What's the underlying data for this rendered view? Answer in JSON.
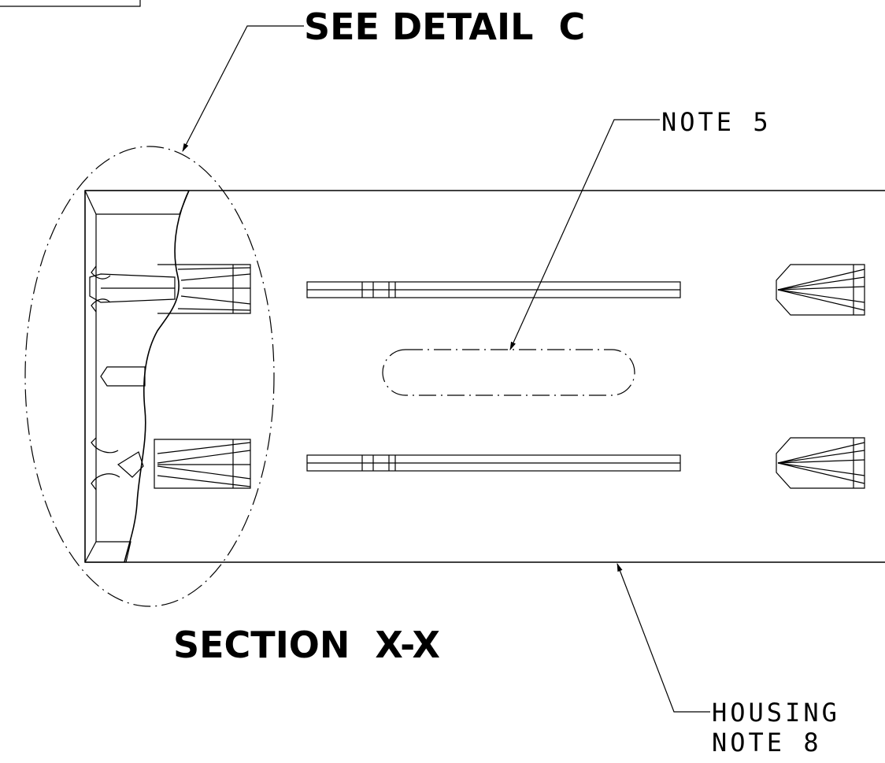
{
  "labels": {
    "detail_callout": "SEE DETAIL  C",
    "section_title": "SECTION  X-X",
    "note5": "NOTE 5",
    "housing_line1": "HOUSING",
    "housing_line2": "NOTE 8"
  }
}
